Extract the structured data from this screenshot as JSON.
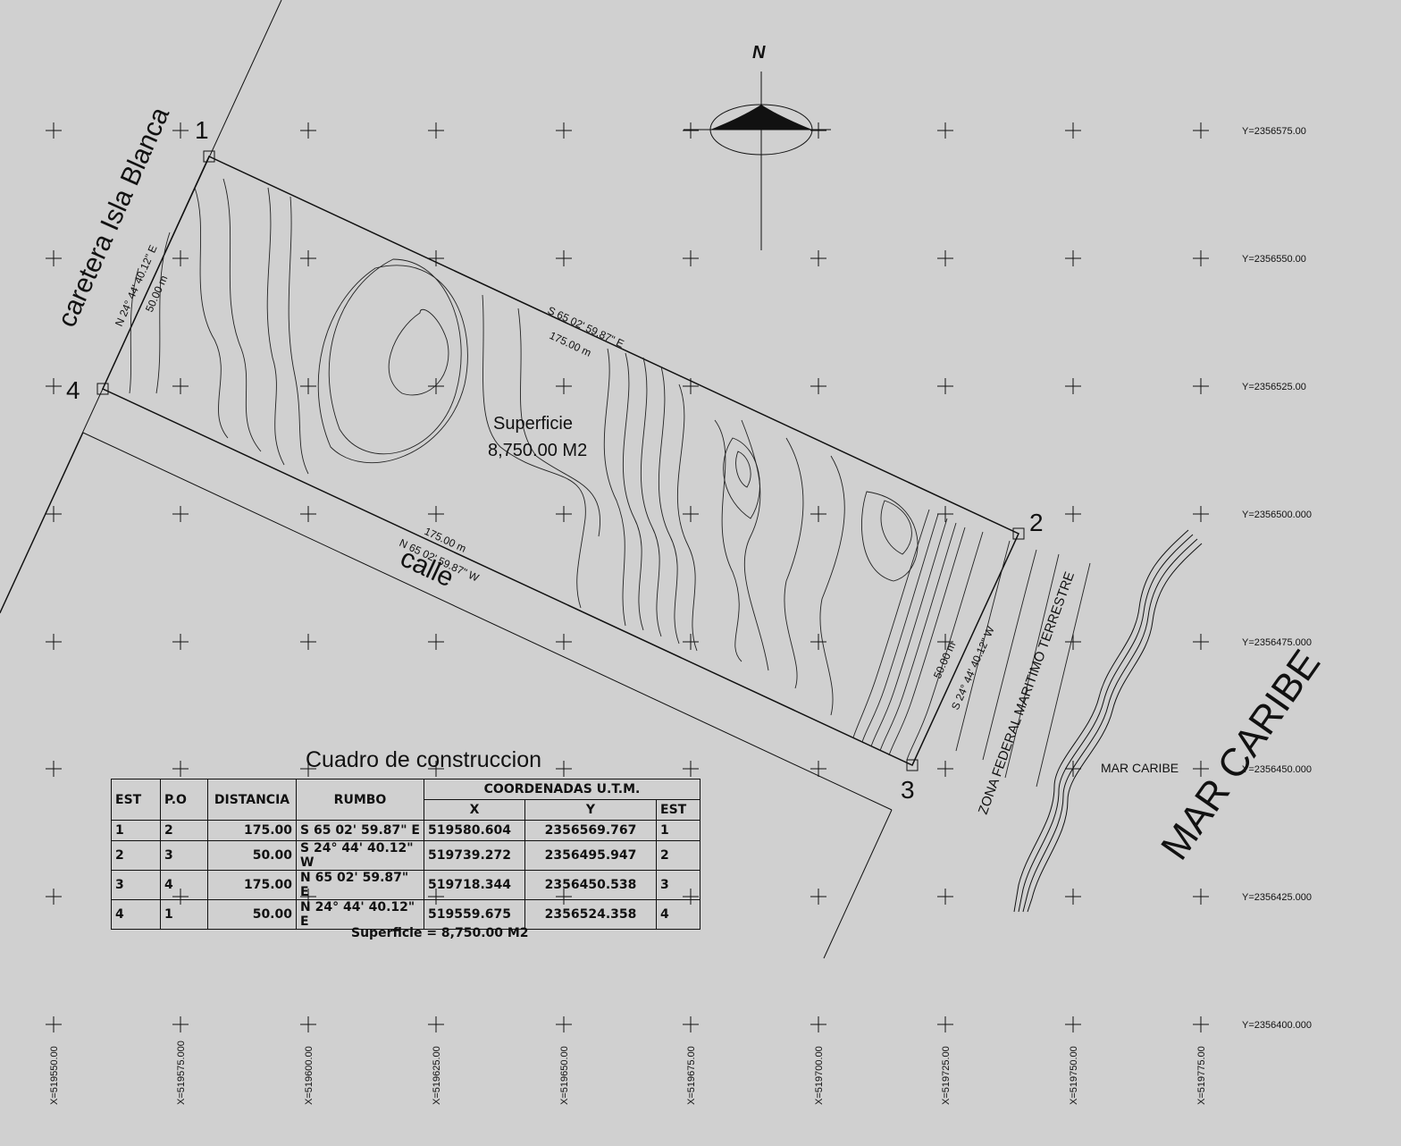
{
  "north": {
    "label": "N"
  },
  "grid": {
    "x_labels": [
      "X=519550.00",
      "X=519575.000",
      "X=519600.00",
      "X=519625.00",
      "X=519650.00",
      "X=519675.00",
      "X=519700.00",
      "X=519725.00",
      "X=519750.00",
      "X=519775.00"
    ],
    "y_labels": [
      "Y=2356575.00",
      "Y=2356550.00",
      "Y=2356525.00",
      "Y=2356500.000",
      "Y=2356475.000",
      "Y=2356450.000",
      "Y=2356425.000",
      "Y=2356400.000"
    ]
  },
  "vertices": [
    "1",
    "2",
    "3",
    "4"
  ],
  "labels": {
    "road": "caretera  Isla Blanca",
    "street": "calle",
    "sea": "MAR CARIBE",
    "sea_small": "MAR CARIBE",
    "zone": "ZONA FEDERAL MARITIMO TERRESTRE",
    "area_title": "Superficie",
    "area_value": "8,750.00 M2"
  },
  "boundary": {
    "top_bearing": "S 65 02' 59.87\" E",
    "top_dist": "175.00 m",
    "bottom_bearing": "N 65 02' 59.87\" W",
    "bottom_dist": "175.00 m",
    "left_bearing": "N 24° 44' 40.12\" E",
    "left_dist": "50.00 m",
    "right_bearing": "S 24° 44' 40.12\" W",
    "right_dist": "50.00 m"
  },
  "table": {
    "title": "Cuadro de construccion",
    "headers": {
      "est": "EST",
      "po": "P.O",
      "dist": "DISTANCIA",
      "rumbo": "RUMBO",
      "coords": "COORDENADAS U.T.M.",
      "x": "X",
      "y": "Y",
      "est2": "EST"
    },
    "rows": [
      {
        "est": "1",
        "po": "2",
        "dist": "175.00",
        "rumbo": "S 65 02' 59.87\" E",
        "x": "519580.604",
        "y": "2356569.767",
        "est2": "1"
      },
      {
        "est": "2",
        "po": "3",
        "dist": "50.00",
        "rumbo": "S 24° 44' 40.12\" W",
        "x": "519739.272",
        "y": "2356495.947",
        "est2": "2"
      },
      {
        "est": "3",
        "po": "4",
        "dist": "175.00",
        "rumbo": "N 65 02' 59.87\" E",
        "x": "519718.344",
        "y": "2356450.538",
        "est2": "3"
      },
      {
        "est": "4",
        "po": "1",
        "dist": "50.00",
        "rumbo": "N 24° 44' 40.12\" E",
        "x": "519559.675",
        "y": "2356524.358",
        "est2": "4"
      }
    ],
    "area": "Superficie = 8,750.00 M2"
  }
}
